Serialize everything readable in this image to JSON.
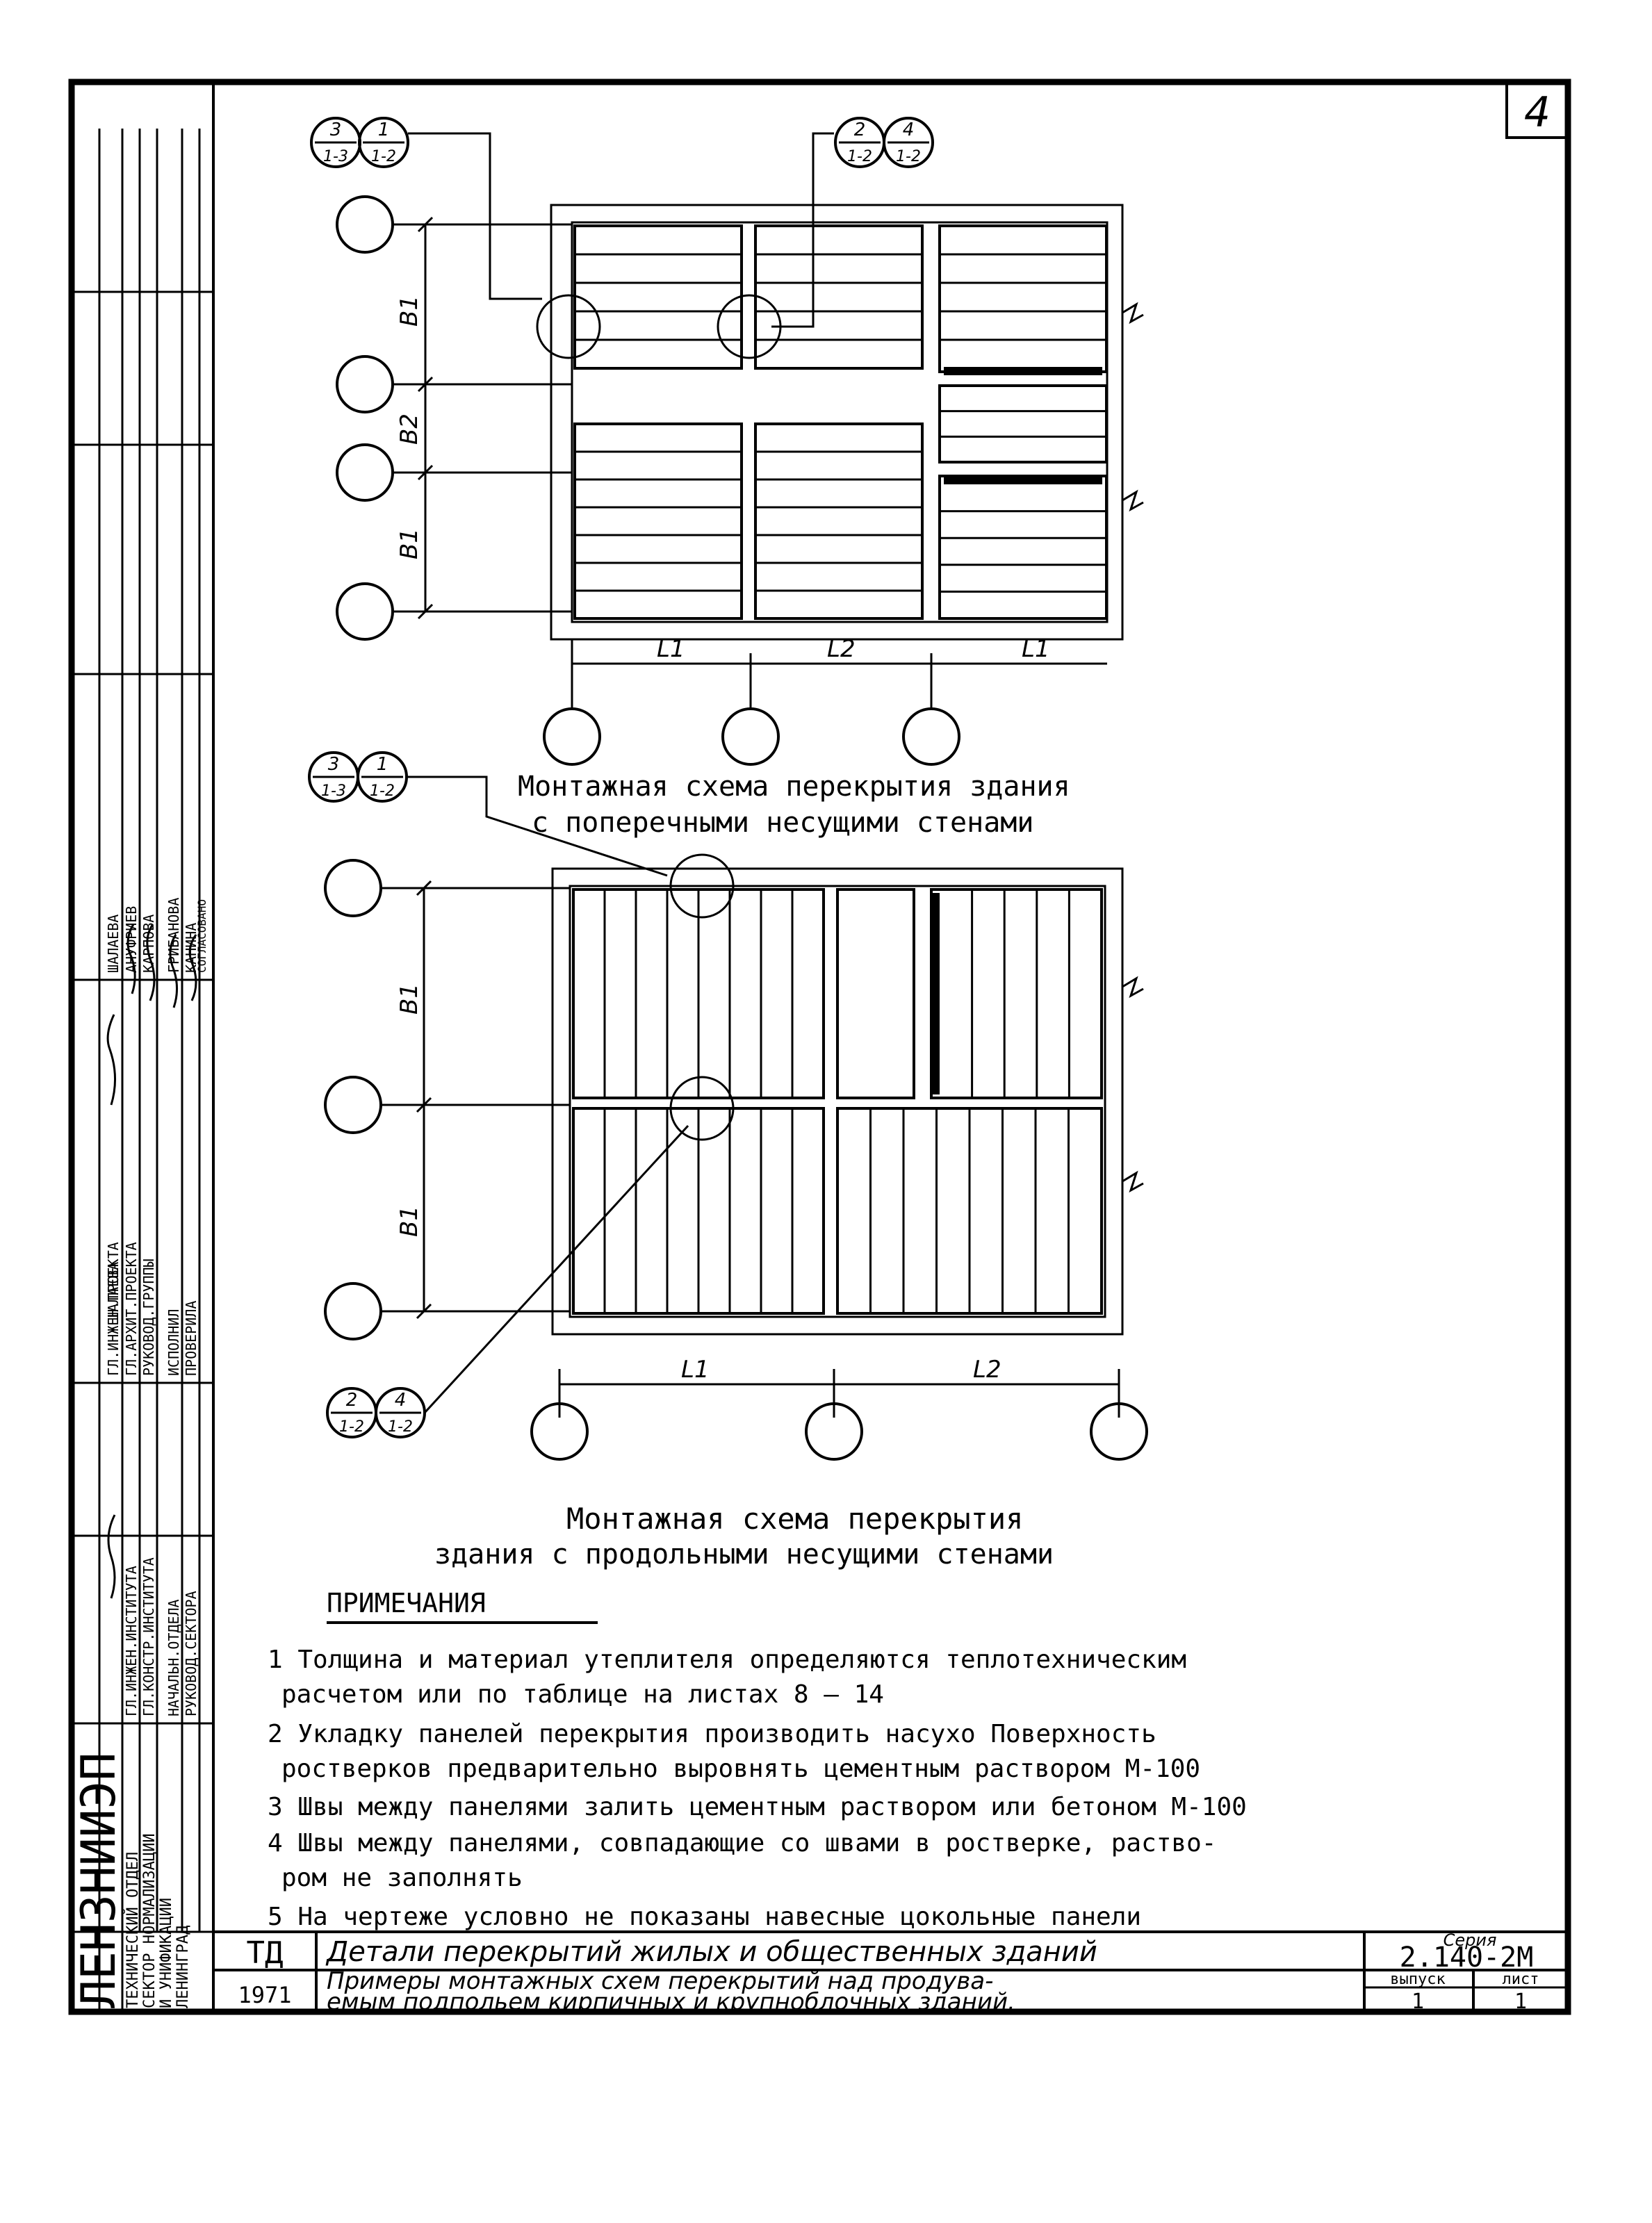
{
  "sheet_number": "4",
  "stamp_vertical": {
    "org": "ЛЕНЗНИИЭП",
    "dept_1": "ТЕХНИЧЕСКИЙ ОТДЕЛ",
    "dept_2": "СЕКТОР НОРМАЛИЗАЦИИ",
    "dept_3": "И УНИФИКАЦИИ",
    "city": "ЛЕНИНГРАД",
    "roles": [
      "ГЛ.ИНЖЕН.ИНСТИТУТА",
      "ГЛ.КОНСТР.ИНСТИТУТА",
      "НАЧАЛЬН.ОТДЕЛА",
      "РУКОВОД.СЕКТОРА",
      "ГЛ.ИНЖЕН.ПРОЕКТА",
      "ГЛ.АРХИТ.ПРОЕКТА",
      "РУКОВОД.ГРУППЫ",
      "ИСПОЛНИЛ",
      "ПРОВЕРИЛА"
    ],
    "names": [
      "ШАЛАЕВА",
      "АНУФРИЕВ",
      "КАРПОВА",
      "ГРИБАНОВА",
      "КАНИНА"
    ],
    "head_name": "ШАЛАЕВА",
    "agreed": "СОГЛАСОВАНО"
  },
  "top_scheme": {
    "callouts_left": [
      [
        "3",
        "1-3"
      ],
      [
        "1",
        "1-2"
      ]
    ],
    "callouts_right": [
      [
        "2",
        "1-2"
      ],
      [
        "4",
        "1-2"
      ]
    ],
    "dims_v": [
      "B1",
      "B2",
      "B1"
    ],
    "dims_h": [
      "L1",
      "L2",
      "L1"
    ],
    "caption_1": "Монтажная схема перекрытия здания",
    "caption_2": "с поперечными несущими стенами"
  },
  "bottom_scheme": {
    "callout_top": [
      [
        "3",
        "1-3"
      ],
      [
        "1",
        "1-2"
      ]
    ],
    "callout_bottom": [
      [
        "2",
        "1-2"
      ],
      [
        "4",
        "1-2"
      ]
    ],
    "dims_v": [
      "B1",
      "B1"
    ],
    "dims_h": [
      "L1",
      "L2"
    ],
    "caption_1": "Монтажная схема перекрытия",
    "caption_2": "здания с продольными несущими стенами"
  },
  "notes": {
    "heading": "ПРИМЕЧАНИЯ",
    "lines": [
      "1 Толщина и материал утеплителя определяются теплотехническим",
      "расчетом или по таблице на листах 8 – 14",
      "2 Укладку панелей перекрытия производить насухо Поверхность",
      "ростверков предварительно выровнять цементным раствором М-100",
      "3 Швы между панелями залить цементным раствором или бетоном М-100",
      "4 Швы между панелями, совпадающие со швами в ростверке, раство-",
      "ром не заполнять",
      "5 На чертеже условно не показаны навесные цокольные панели"
    ]
  },
  "title_block": {
    "code": "ТД",
    "year": "1971",
    "title_1": "Детали перекрытий жилых и общественных зданий",
    "title_2a": "Примеры монтажных схем перекрытий над продува-",
    "title_2b": "емым подпольем кирпичных и крупноблочных зданий.",
    "series_label": "Серия",
    "series_value": "2.140-2М",
    "issue_label": "выпуск",
    "issue_value": "1",
    "sheet_label": "лист",
    "sheet_value": "1"
  }
}
